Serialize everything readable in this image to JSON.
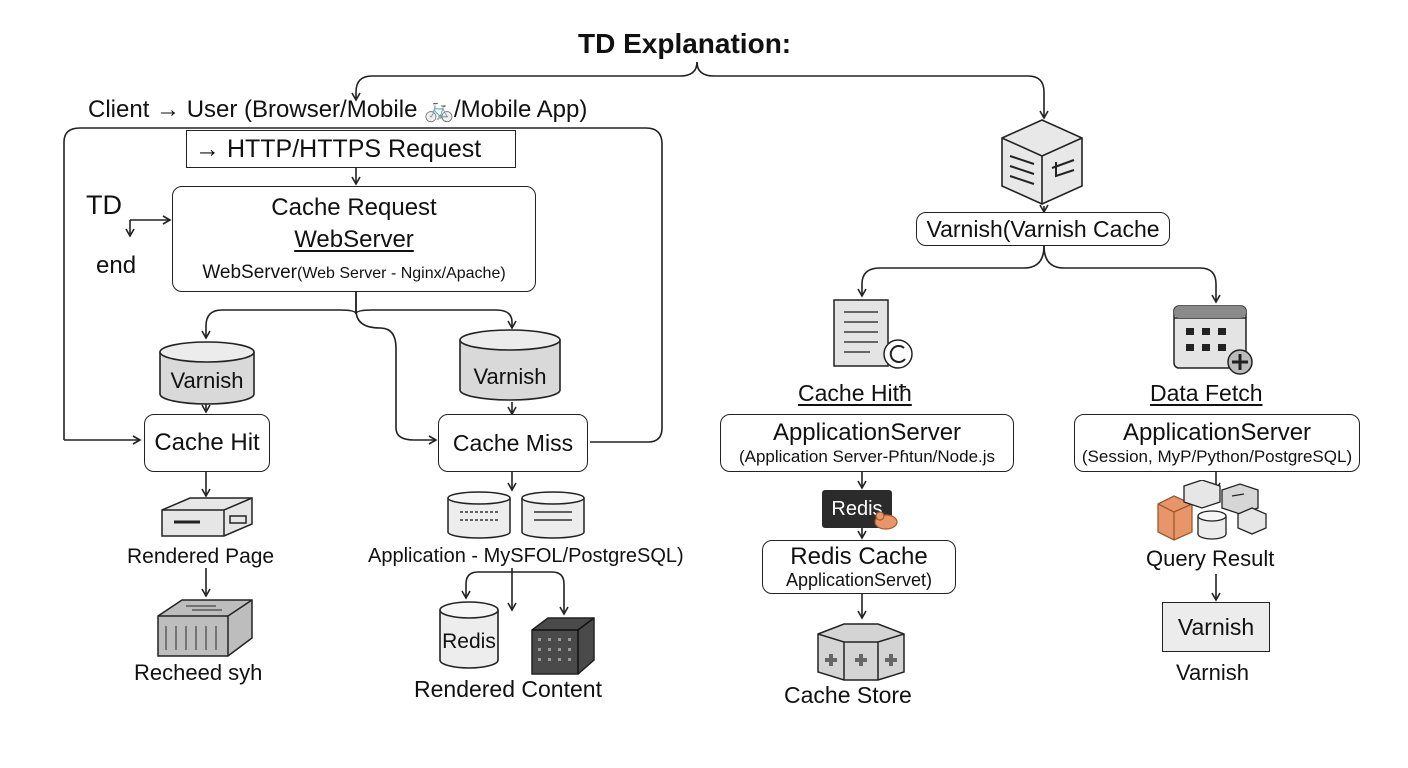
{
  "title": "TD Explanation:",
  "client_line": "Client → User (Browser/Mobile 🚲/Mobile App)",
  "request_box": "→ HTTP/HTTPS Request",
  "side_note": {
    "td": "TD",
    "end": "end"
  },
  "webserver_box": {
    "line1": "Cache Request",
    "line2": "WebServer",
    "line3": "WebServer",
    "line3_small": "(Web Server - Nginx/Apache)"
  },
  "left_branch": {
    "varnish_label": "Varnish",
    "hit_label": "Cache Hit",
    "page_label": "Rendered Page",
    "end_label": "Recheed syh"
  },
  "middle_branch": {
    "varnish_label": "Varnish",
    "miss_label": "Cache Miss",
    "app_label": "Application - MySFOL/PostgreSQL)",
    "redis_label": "Redis",
    "content_label": "Rendered Content"
  },
  "right_top": {
    "varnish_box": "Varnish(Varnish Cache"
  },
  "right_left": {
    "heading": "Cache Hitħ",
    "app_line1": "ApplicationServer",
    "app_line2": "(Application Server-Pɦtun/Node.js",
    "redis_badge": "Redis",
    "redis_cache_line1": "Redis Cache",
    "redis_cache_line2": "ApplicationServet)",
    "store_label": "Cache Store"
  },
  "right_right": {
    "heading": "Data Fetch",
    "app_line1": "ApplicationServer",
    "app_line2": "(Session, MyP/Python/PostgreSQL)",
    "query_label": "Query Result",
    "varnish_box": "Varnish",
    "varnish_label": "Varnish"
  },
  "colors": {
    "line": "#222222",
    "shape_fill": "#d9d9d9",
    "accent": "#e8956a",
    "badge": "#2b2b2b"
  }
}
